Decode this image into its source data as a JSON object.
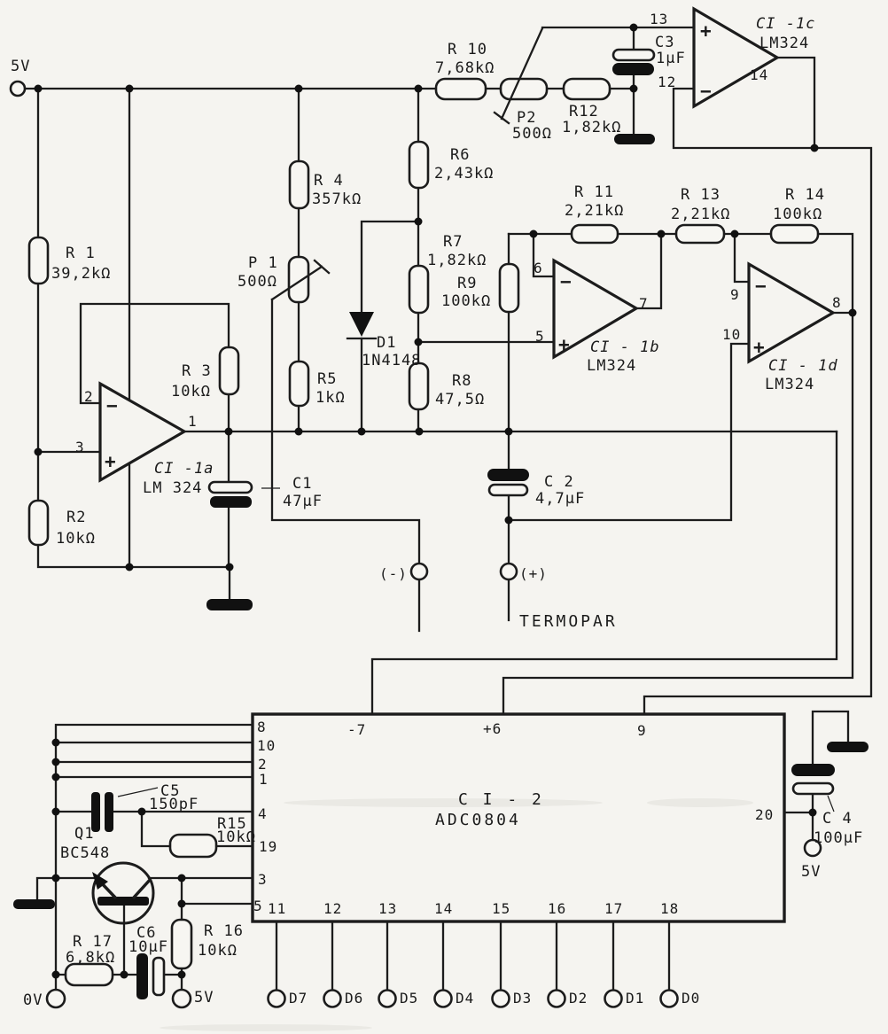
{
  "sym": {
    "plus": "+",
    "minus": "−"
  },
  "power": {
    "vcc_top": "5V",
    "vcc_right": "5V",
    "vcc_bottom": "5V",
    "gnd": "0V"
  },
  "terminals": {
    "neg": "(-)",
    "pos": "(+)",
    "thermocouple": "TERMOPAR"
  },
  "opamps": {
    "a": {
      "label": "CI -1a",
      "part": "LM 324",
      "pin_inv": "2",
      "pin_nin": "3",
      "pin_out": "1"
    },
    "b": {
      "label": "CI - 1b",
      "part": "LM324",
      "pin_inv": "6",
      "pin_nin": "5",
      "pin_out": "7"
    },
    "c": {
      "label": "CI -1c",
      "part": "LM324",
      "pin_inv": "12",
      "pin_nin": "13",
      "pin_out": "14"
    },
    "d": {
      "label": "CI - 1d",
      "part": "LM324",
      "pin_inv": "9",
      "pin_nin": "10",
      "pin_out": "8"
    }
  },
  "resistors": {
    "r1": {
      "ref": "R 1",
      "value": "39,2kΩ"
    },
    "r2": {
      "ref": "R2",
      "value": "10kΩ"
    },
    "r3": {
      "ref": "R 3",
      "value": "10kΩ"
    },
    "r4": {
      "ref": "R 4",
      "value": "357kΩ"
    },
    "r5": {
      "ref": "R5",
      "value": "1kΩ"
    },
    "r6": {
      "ref": "R6",
      "value": "2,43kΩ"
    },
    "r7": {
      "ref": "R7",
      "value": "1,82kΩ"
    },
    "r8": {
      "ref": "R8",
      "value": "47,5Ω"
    },
    "r9": {
      "ref": "R9",
      "value": "100kΩ"
    },
    "r10": {
      "ref": "R 10",
      "value": "7,68kΩ"
    },
    "r11": {
      "ref": "R 11",
      "value": "2,21kΩ"
    },
    "r12": {
      "ref": "R12",
      "value": "1,82kΩ"
    },
    "r13": {
      "ref": "R 13",
      "value": "2,21kΩ"
    },
    "r14": {
      "ref": "R 14",
      "value": "100kΩ"
    },
    "r15": {
      "ref": "R15",
      "value": "10kΩ"
    },
    "r16": {
      "ref": "R 16",
      "value": "10kΩ"
    },
    "r17": {
      "ref": "R 17",
      "value": "6,8kΩ"
    }
  },
  "pots": {
    "p1": {
      "ref": "P 1",
      "value": "500Ω"
    },
    "p2": {
      "ref": "P2",
      "value": "500Ω"
    }
  },
  "capacitors": {
    "c1": {
      "ref": "C1",
      "value": "47µF"
    },
    "c2": {
      "ref": "C 2",
      "value": "4,7µF"
    },
    "c3": {
      "ref": "C3",
      "value": "1µF"
    },
    "c4": {
      "ref": "C 4",
      "value": "100µF"
    },
    "c5": {
      "ref": "C5",
      "value": "150pF"
    },
    "c6": {
      "ref": "C6",
      "value": "10µF"
    }
  },
  "diodes": {
    "d1": {
      "ref": "D1",
      "value": "1N4148"
    }
  },
  "transistors": {
    "q1": {
      "ref": "Q1",
      "value": "BC548"
    }
  },
  "adc": {
    "ref": "C I - 2",
    "part": "ADC0804",
    "left_pins": [
      "8",
      "10",
      "2",
      "1",
      "4",
      "19",
      "3",
      "5"
    ],
    "top_pins": [
      "-7",
      "+6",
      "9"
    ],
    "right_pins": [
      "20"
    ],
    "bottom_pins": [
      "11",
      "12",
      "13",
      "14",
      "15",
      "16",
      "17",
      "18"
    ],
    "data_bits": [
      "D7",
      "D6",
      "D5",
      "D4",
      "D3",
      "D2",
      "D1",
      "D0"
    ]
  }
}
